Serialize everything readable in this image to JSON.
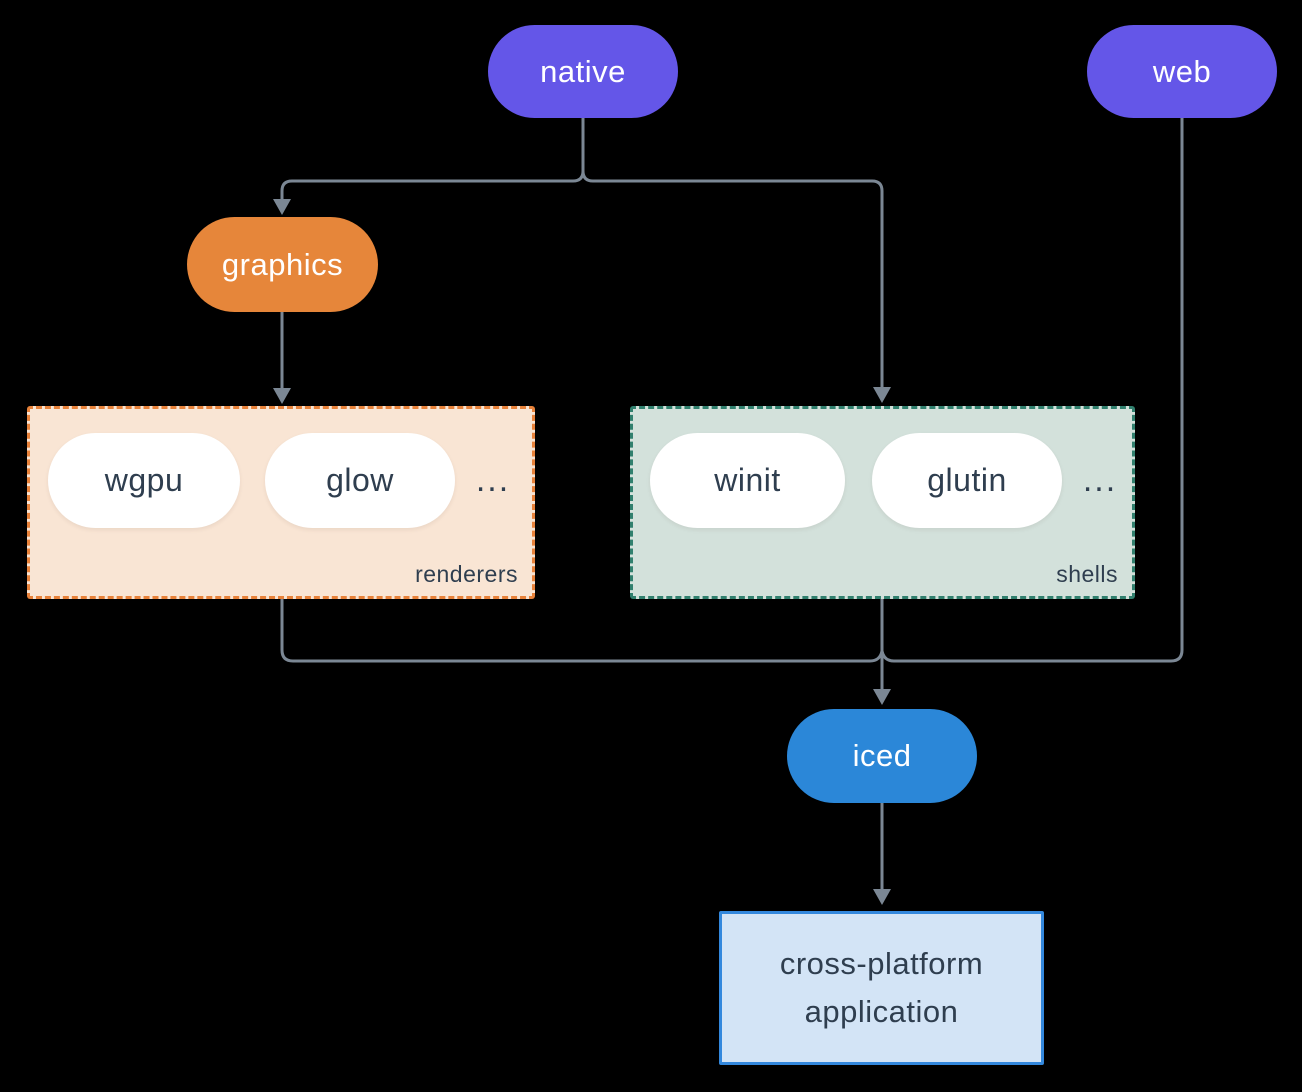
{
  "diagram": {
    "nodes": {
      "native": {
        "label": "native"
      },
      "web": {
        "label": "web"
      },
      "graphics": {
        "label": "graphics"
      },
      "iced": {
        "label": "iced"
      },
      "app": {
        "label": "cross-platform application"
      }
    },
    "groups": {
      "renderers": {
        "label": "renderers",
        "ellipsis": "...",
        "items": [
          {
            "label": "wgpu"
          },
          {
            "label": "glow"
          }
        ]
      },
      "shells": {
        "label": "shells",
        "ellipsis": "...",
        "items": [
          {
            "label": "winit"
          },
          {
            "label": "glutin"
          }
        ]
      }
    },
    "colors": {
      "background": "#000000",
      "node_purple": "#6456e8",
      "node_orange": "#e6863a",
      "node_blue": "#2b87d8",
      "pill_white": "#ffffff",
      "text_light": "#ffffff",
      "text_dark": "#2f3e4f",
      "connector": "#7b8794",
      "renderers_fill": "#f9e5d4",
      "renderers_border": "#e8823a",
      "shells_fill": "#d3e1db",
      "shells_border": "#31806e",
      "app_fill": "#d3e4f6",
      "app_border": "#3388dd"
    }
  }
}
